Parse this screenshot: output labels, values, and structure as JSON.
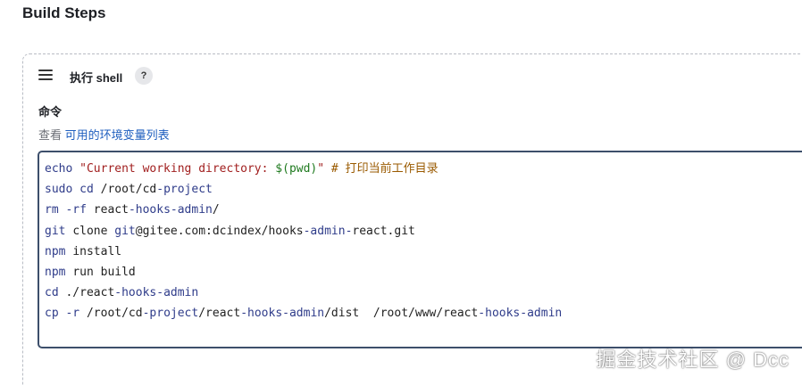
{
  "section": {
    "title": "Build Steps"
  },
  "step": {
    "title": "执行 shell",
    "help": "?"
  },
  "command": {
    "label": "命令",
    "env_prefix": "查看",
    "env_link": "可用的环境变量列表"
  },
  "code_lines": [
    [
      {
        "t": "echo ",
        "c": "kw"
      },
      {
        "t": "\"Current working directory: ",
        "c": "str"
      },
      {
        "t": "$(pwd)",
        "c": "var"
      },
      {
        "t": "\"",
        "c": "str"
      },
      {
        "t": " # 打印当前工作目录",
        "c": "cm"
      }
    ],
    [
      {
        "t": "sudo cd ",
        "c": "kw"
      },
      {
        "t": "/root/cd",
        "c": ""
      },
      {
        "t": "-project",
        "c": "op"
      }
    ],
    [
      {
        "t": "rm ",
        "c": "kw"
      },
      {
        "t": "-rf",
        "c": "op"
      },
      {
        "t": " react",
        "c": ""
      },
      {
        "t": "-hooks-admin",
        "c": "op"
      },
      {
        "t": "/",
        "c": ""
      }
    ],
    [
      {
        "t": "git ",
        "c": "kw"
      },
      {
        "t": "clone ",
        "c": ""
      },
      {
        "t": "git",
        "c": "kw"
      },
      {
        "t": "@gitee.com:dcindex/hooks",
        "c": ""
      },
      {
        "t": "-admin-",
        "c": "op"
      },
      {
        "t": "react.git",
        "c": ""
      }
    ],
    [
      {
        "t": "npm ",
        "c": "kw"
      },
      {
        "t": "install",
        "c": ""
      }
    ],
    [
      {
        "t": "npm ",
        "c": "kw"
      },
      {
        "t": "run build",
        "c": ""
      }
    ],
    [
      {
        "t": "cd ",
        "c": "kw"
      },
      {
        "t": "./react",
        "c": ""
      },
      {
        "t": "-hooks-admin",
        "c": "op"
      }
    ],
    [
      {
        "t": "cp ",
        "c": "kw"
      },
      {
        "t": "-r",
        "c": "op"
      },
      {
        "t": " /root/cd",
        "c": ""
      },
      {
        "t": "-project",
        "c": "op"
      },
      {
        "t": "/react",
        "c": ""
      },
      {
        "t": "-hooks-admin",
        "c": "op"
      },
      {
        "t": "/dist  /root/www/react",
        "c": ""
      },
      {
        "t": "-hooks-admin",
        "c": "op"
      }
    ]
  ],
  "watermark": "掘金技术社区 @ Dcc"
}
